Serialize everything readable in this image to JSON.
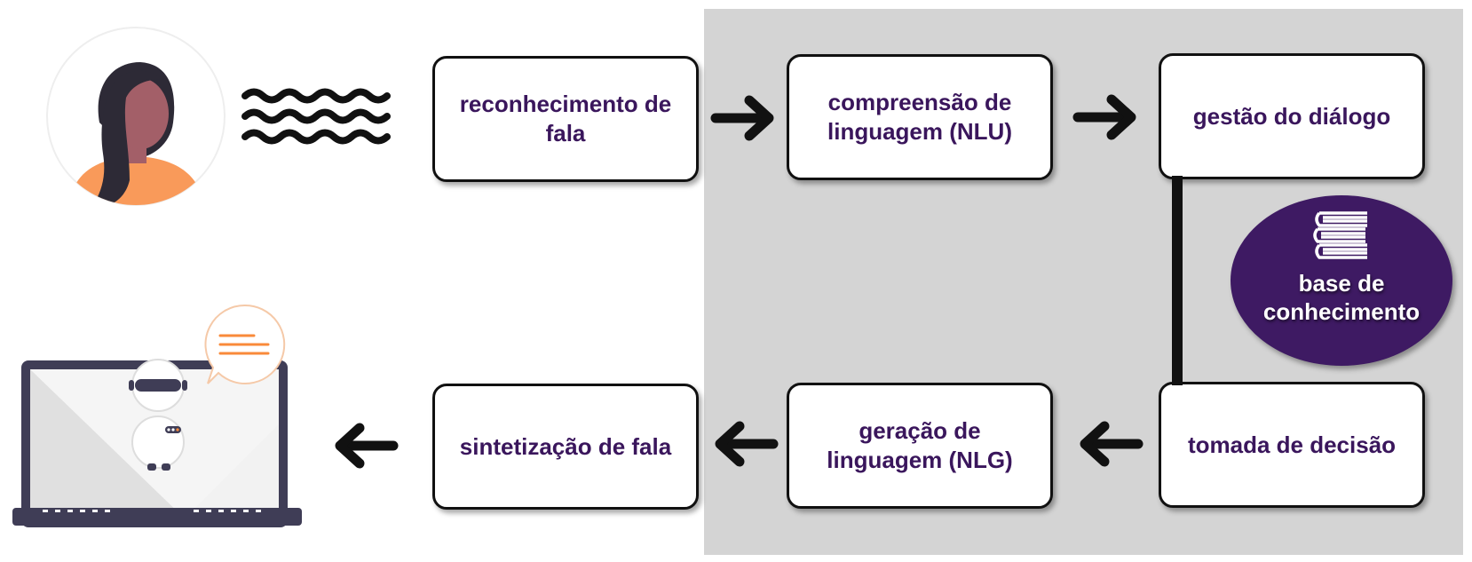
{
  "colors": {
    "box_text": "#3a165c",
    "panel": "#d4d4d4",
    "knowledge_base_fill": "#3e1a63",
    "user_skin": "#a35f68",
    "user_shirt": "#f99a5a",
    "arrow": "#111111"
  },
  "nodes": {
    "speech_recognition": "reconhecimento de fala",
    "nlu": "compreensão de linguagem (NLU)",
    "dialogue_management": "gestão do diálogo",
    "decision_making": "tomada de decisão",
    "nlg": "geração de linguagem (NLG)",
    "speech_synthesis": "sintetização de fala"
  },
  "knowledge_base": {
    "label": "base de conhecimento",
    "icon": "books-stack-icon"
  },
  "icons": {
    "user": "user-avatar-icon",
    "sound_waves": "sound-waves-icon",
    "bot_laptop": "chatbot-laptop-icon",
    "speech_bubble": "speech-bubble-icon"
  }
}
